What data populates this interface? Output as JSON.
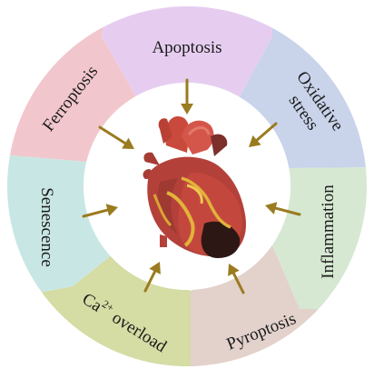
{
  "diagram": {
    "center": "heart-icon",
    "segments": [
      {
        "id": "apoptosis",
        "label": "Apoptosis",
        "color": "#e6cdf0"
      },
      {
        "id": "oxidative",
        "label": "Oxidative stress",
        "lines": [
          "Oxidative",
          "stress"
        ],
        "color": "#c9d3ea"
      },
      {
        "id": "inflammation",
        "label": "Inflammation",
        "color": "#d6e8d2"
      },
      {
        "id": "pyroptosis",
        "label": "Pyroptosis",
        "color": "#e3d1cc"
      },
      {
        "id": "ca-overload",
        "label": "Ca2+ overload",
        "ion": "Ca",
        "charge": "2+",
        "rest": " overload",
        "color": "#d5dca4"
      },
      {
        "id": "senescence",
        "label": "Senescence",
        "color": "#c8e7e4"
      },
      {
        "id": "ferroptosis",
        "label": "Ferroptosis",
        "color": "#f1c7cd"
      }
    ],
    "arrow_color": "#9a7b1f"
  }
}
